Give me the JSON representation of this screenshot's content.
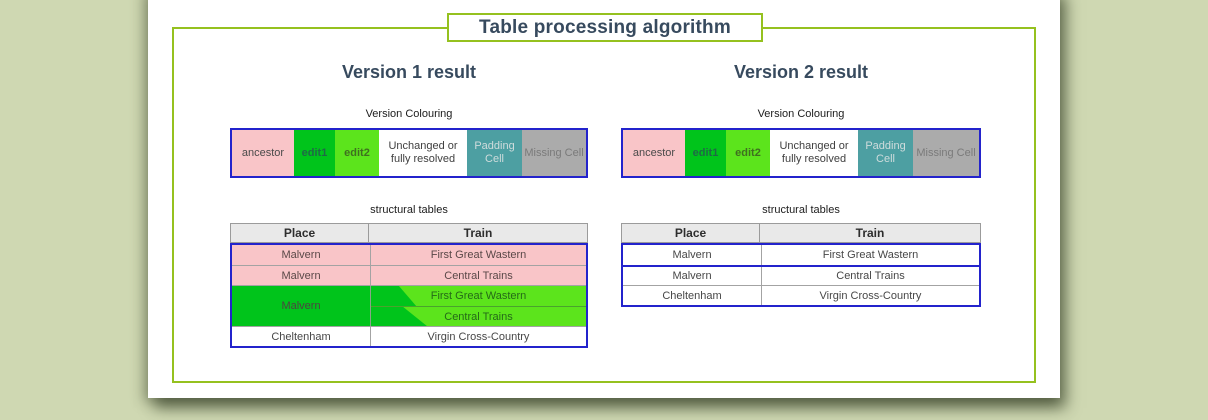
{
  "title": "Table processing algorithm",
  "colors": {
    "desk_background": "#cfd8b2",
    "page_background": "#ffffff",
    "frame_green": "#95c11f",
    "heading_slate": "#374a5e",
    "table_border_blue": "#2323cc",
    "header_gray": "#e9e9e9",
    "ancestor_pink": "#f9c5c8",
    "edit1_green": "#00c41b",
    "edit2_green": "#5ce41c",
    "unchanged_white": "#ffffff",
    "padding_teal": "#4d9fa2",
    "missing_gray": "#ababab"
  },
  "version1": {
    "heading": "Version 1 result",
    "colouring_label": "Version Colouring",
    "legend": {
      "ancestor": "ancestor",
      "edit1": "edit1",
      "edit2": "edit2",
      "unchanged": "Unchanged or fully resolved",
      "padding": "Padding Cell",
      "missing": "Missing Cell"
    },
    "tables_label": "structural tables",
    "columns": {
      "place": "Place",
      "train": "Train"
    },
    "rows": {
      "ancestor1": {
        "place": "Malvern",
        "train": "First Great Wastern"
      },
      "ancestor2": {
        "place": "Malvern",
        "train": "Central Trains"
      },
      "merged": {
        "place": "Malvern",
        "train1": "First Great Wastern",
        "train2": "Central Trains"
      },
      "resolved": {
        "place": "Cheltenham",
        "train": "Virgin Cross-Country"
      }
    }
  },
  "version2": {
    "heading": "Version 2 result",
    "colouring_label": "Version Colouring",
    "legend": {
      "ancestor": "ancestor",
      "edit1": "edit1",
      "edit2": "edit2",
      "unchanged": "Unchanged or fully resolved",
      "padding": "Padding Cell",
      "missing": "Missing Cell"
    },
    "tables_label": "structural tables",
    "columns": {
      "place": "Place",
      "train": "Train"
    },
    "rows": {
      "r1": {
        "place": "Malvern",
        "train": "First Great Wastern"
      },
      "r2": {
        "place": "Malvern",
        "train": "Central Trains"
      },
      "r3": {
        "place": "Cheltenham",
        "train": "Virgin Cross-Country"
      }
    }
  }
}
